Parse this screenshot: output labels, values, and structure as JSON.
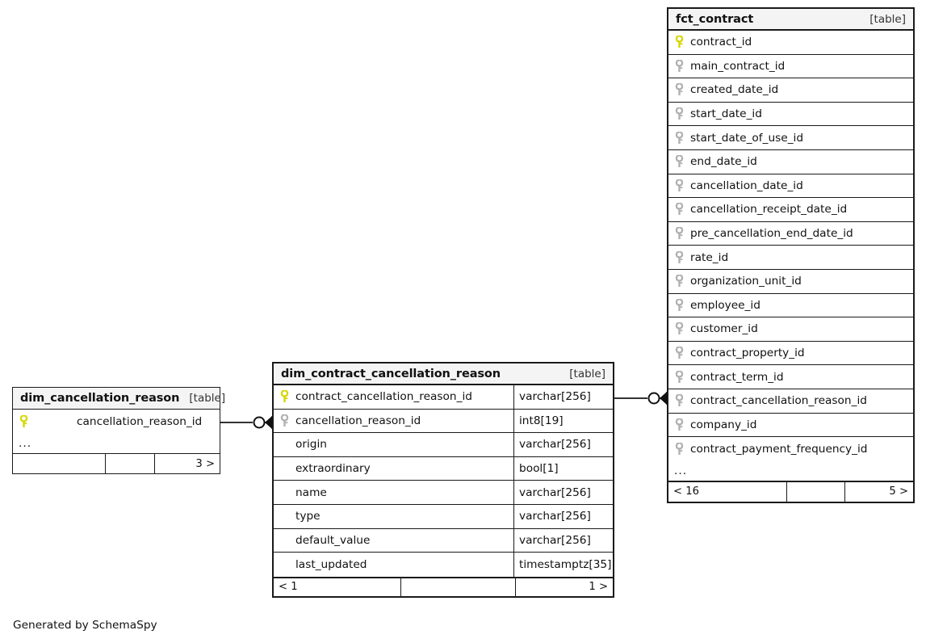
{
  "diagram": {
    "credit": "Generated by SchemaSpy",
    "kind_label": "[table]",
    "ellipsis": "...",
    "colors": {
      "pk_key": "#D6D600",
      "fk_key": "#B0B0B0",
      "border": "#1a1a1a",
      "header_bg": "#f4f4f4",
      "canvas_bg": "#ffffff"
    }
  },
  "tables": {
    "dim_cancellation_reason": {
      "name": "dim_cancellation_reason",
      "kind": "[table]",
      "columns": [
        {
          "name": "cancellation_reason_id",
          "key": "pk",
          "type": ""
        }
      ],
      "ellipsis": "...",
      "footer": {
        "left": "",
        "mid": "",
        "right": "3 >"
      }
    },
    "dim_contract_cancellation_reason": {
      "name": "dim_contract_cancellation_reason",
      "kind": "[table]",
      "columns": [
        {
          "name": "contract_cancellation_reason_id",
          "key": "pk",
          "type": "varchar[256]"
        },
        {
          "name": "cancellation_reason_id",
          "key": "fk",
          "type": "int8[19]"
        },
        {
          "name": "origin",
          "key": "none",
          "type": "varchar[256]"
        },
        {
          "name": "extraordinary",
          "key": "none",
          "type": "bool[1]"
        },
        {
          "name": "name",
          "key": "none",
          "type": "varchar[256]"
        },
        {
          "name": "type",
          "key": "none",
          "type": "varchar[256]"
        },
        {
          "name": "default_value",
          "key": "none",
          "type": "varchar[256]"
        },
        {
          "name": "last_updated",
          "key": "none",
          "type": "timestamptz[35]"
        }
      ],
      "footer": {
        "left": "< 1",
        "mid": "",
        "right": "1 >"
      }
    },
    "fct_contract": {
      "name": "fct_contract",
      "kind": "[table]",
      "columns": [
        {
          "name": "contract_id",
          "key": "pk",
          "type": ""
        },
        {
          "name": "main_contract_id",
          "key": "fk",
          "type": ""
        },
        {
          "name": "created_date_id",
          "key": "fk",
          "type": ""
        },
        {
          "name": "start_date_id",
          "key": "fk",
          "type": ""
        },
        {
          "name": "start_date_of_use_id",
          "key": "fk",
          "type": ""
        },
        {
          "name": "end_date_id",
          "key": "fk",
          "type": ""
        },
        {
          "name": "cancellation_date_id",
          "key": "fk",
          "type": ""
        },
        {
          "name": "cancellation_receipt_date_id",
          "key": "fk",
          "type": ""
        },
        {
          "name": "pre_cancellation_end_date_id",
          "key": "fk",
          "type": ""
        },
        {
          "name": "rate_id",
          "key": "fk",
          "type": ""
        },
        {
          "name": "organization_unit_id",
          "key": "fk",
          "type": ""
        },
        {
          "name": "employee_id",
          "key": "fk",
          "type": ""
        },
        {
          "name": "customer_id",
          "key": "fk",
          "type": ""
        },
        {
          "name": "contract_property_id",
          "key": "fk",
          "type": ""
        },
        {
          "name": "contract_term_id",
          "key": "fk",
          "type": ""
        },
        {
          "name": "contract_cancellation_reason_id",
          "key": "fk",
          "type": ""
        },
        {
          "name": "company_id",
          "key": "fk",
          "type": ""
        },
        {
          "name": "contract_payment_frequency_id",
          "key": "fk",
          "type": ""
        }
      ],
      "ellipsis": "...",
      "footer": {
        "left": "< 16",
        "mid": "",
        "right": "5 >"
      }
    }
  },
  "relationships": [
    {
      "from": "dim_cancellation_reason.cancellation_reason_id",
      "to": "dim_contract_cancellation_reason.cancellation_reason_id",
      "cardinality": "zero-or-many"
    },
    {
      "from": "dim_contract_cancellation_reason.contract_cancellation_reason_id",
      "to": "fct_contract.contract_cancellation_reason_id",
      "cardinality": "zero-or-many"
    }
  ]
}
